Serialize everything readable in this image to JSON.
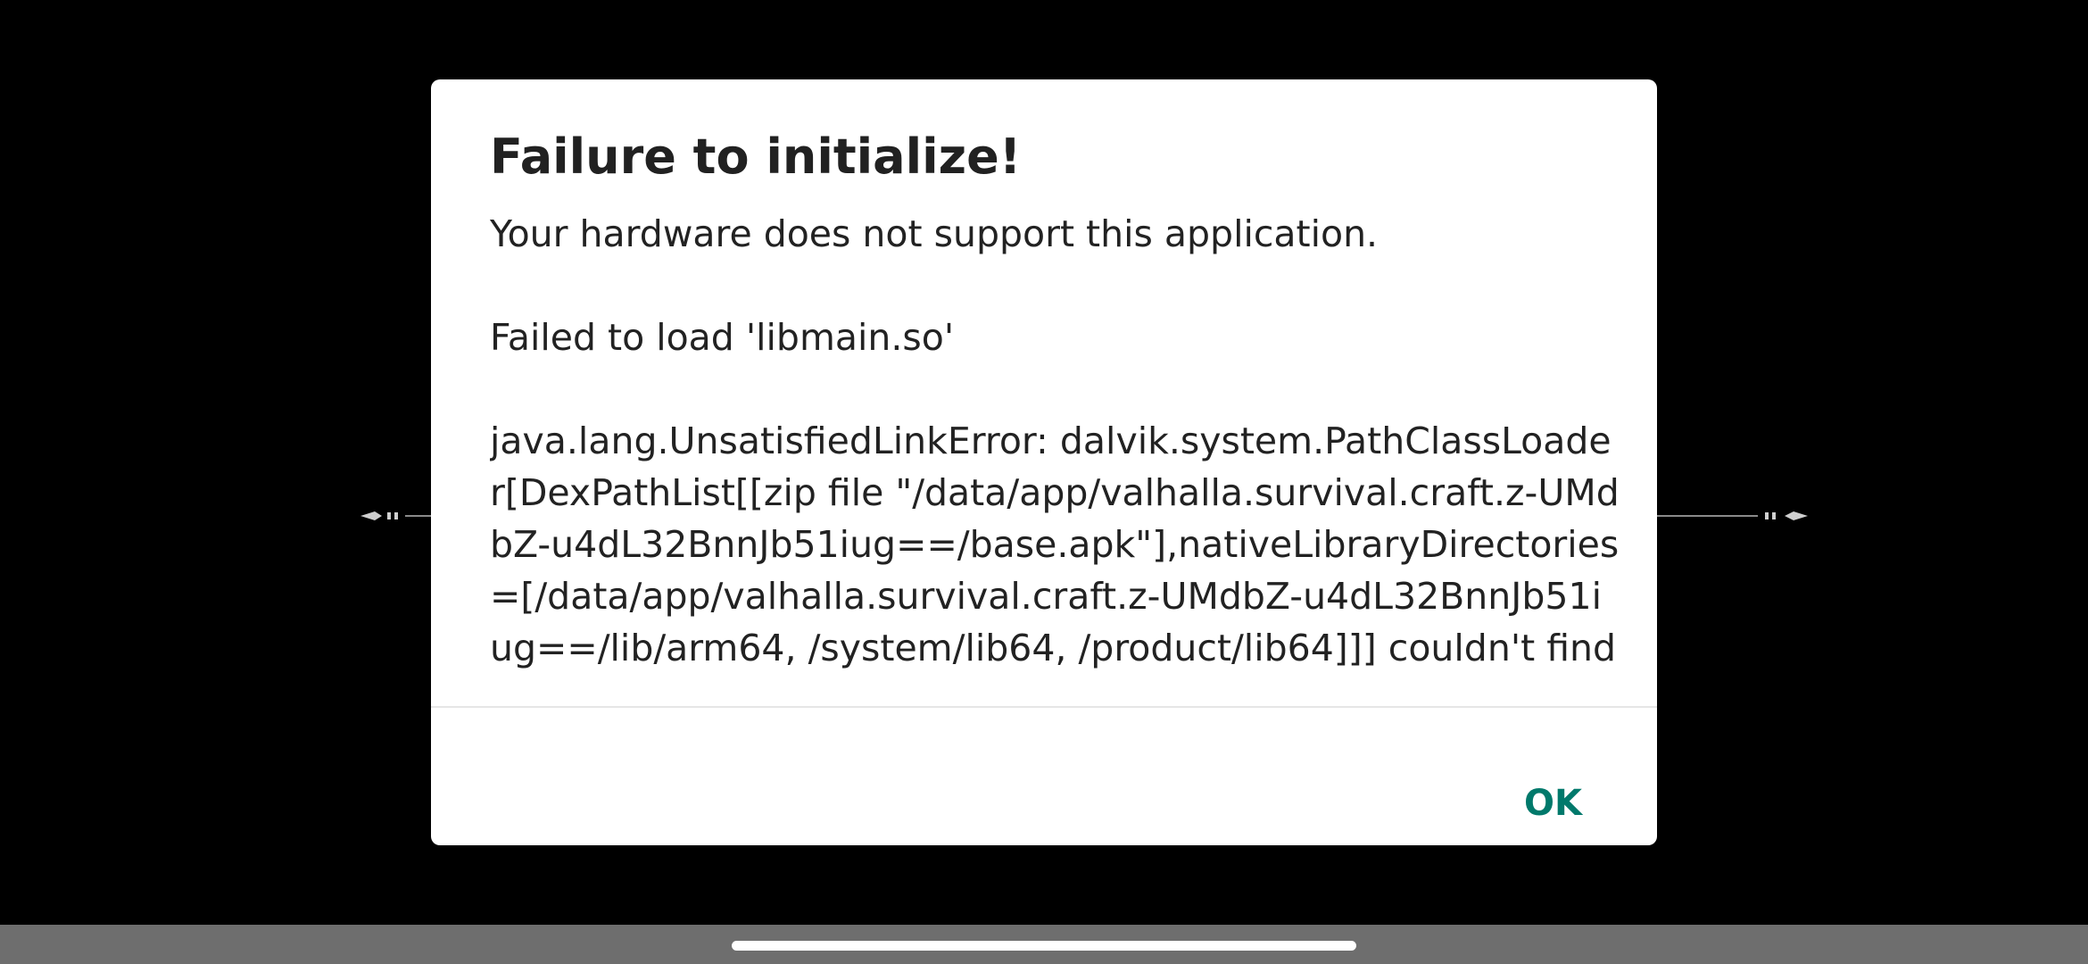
{
  "dialog": {
    "title": "Failure to initialize!",
    "message": "Your hardware does not support this application.",
    "detail_load": "Failed to load 'libmain.so'",
    "detail_error": "java.lang.UnsatisfiedLinkError: dalvik.system.PathClassLoader[DexPathList[[zip file \"/data/app/valhalla.survival.craft.z-UMdbZ-u4dL32BnnJb51iug==/base.apk\"],nativeLibraryDirectories=[/data/app/valhalla.survival.craft.z-UMdbZ-u4dL32BnnJb51iug==/lib/arm64, /system/lib64, /product/lib64]]] couldn't find",
    "ok_label": "OK"
  },
  "colors": {
    "background": "#000000",
    "dialog": "#ffffff",
    "accent": "#00796b",
    "nav_bar": "#6e6e6e"
  }
}
